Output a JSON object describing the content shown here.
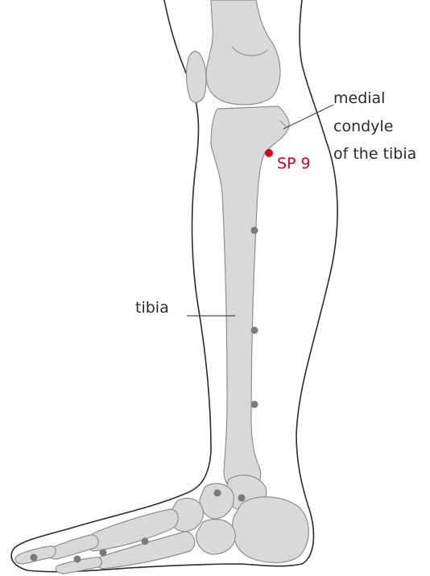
{
  "labels": {
    "condyle": [
      "medial",
      "condyle",
      "of the tibia"
    ],
    "acupoint": "SP 9",
    "tibia": "tibia"
  },
  "colors": {
    "acupoint": "#d9001b",
    "bone_fill": "#d9d9d9",
    "bone_stroke": "#8f8f8f",
    "marker": "#7a7a7a",
    "outline": "#2b2b2b"
  }
}
